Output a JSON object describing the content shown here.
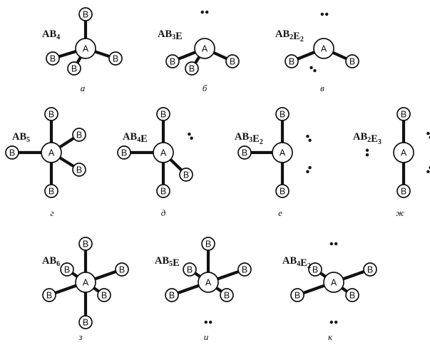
{
  "atoms": {
    "central": "A",
    "ligand": "B"
  },
  "panels": [
    {
      "id": "a",
      "formula": [
        [
          "AB"
        ],
        [
          "4",
          "sub"
        ]
      ],
      "caption": "а"
    },
    {
      "id": "b",
      "formula": [
        [
          "AB"
        ],
        [
          "3",
          "sub"
        ],
        [
          "E"
        ]
      ],
      "caption": "б"
    },
    {
      "id": "c",
      "formula": [
        [
          "AB"
        ],
        [
          "2",
          "sub"
        ],
        [
          "E"
        ],
        [
          "2",
          "sub"
        ]
      ],
      "caption": "в"
    },
    {
      "id": "d",
      "formula": [
        [
          "AB"
        ],
        [
          "5",
          "sub"
        ]
      ],
      "caption": "г"
    },
    {
      "id": "e",
      "formula": [
        [
          "AB"
        ],
        [
          "4",
          "sub"
        ],
        [
          "E"
        ]
      ],
      "caption": "д"
    },
    {
      "id": "f",
      "formula": [
        [
          "AB"
        ],
        [
          "3",
          "sub"
        ],
        [
          "E"
        ],
        [
          "2",
          "sub"
        ]
      ],
      "caption": "е"
    },
    {
      "id": "g",
      "formula": [
        [
          "AB"
        ],
        [
          "2",
          "sub"
        ],
        [
          "E"
        ],
        [
          "3",
          "sub"
        ]
      ],
      "caption": "ж"
    },
    {
      "id": "h",
      "formula": [
        [
          "AB"
        ],
        [
          "6",
          "sub"
        ]
      ],
      "caption": "з"
    },
    {
      "id": "i",
      "formula": [
        [
          "AB"
        ],
        [
          "5",
          "sub"
        ],
        [
          "E"
        ]
      ],
      "caption": "и"
    },
    {
      "id": "j",
      "formula": [
        [
          "AB"
        ],
        [
          "4",
          "sub"
        ],
        [
          "E"
        ],
        [
          "2",
          "sub"
        ]
      ],
      "caption": "к"
    }
  ]
}
